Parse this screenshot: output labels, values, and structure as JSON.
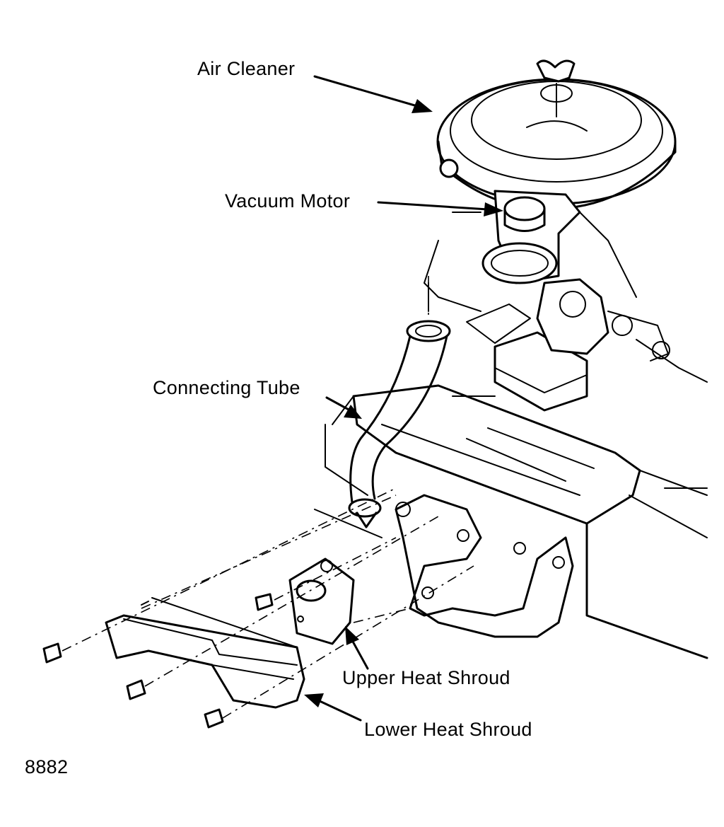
{
  "labels": {
    "air_cleaner": "Air Cleaner",
    "vacuum_motor": "Vacuum Motor",
    "connecting_tube": "Connecting Tube",
    "upper_heat_shroud": "Upper Heat Shroud",
    "lower_heat_shroud": "Lower Heat Shroud"
  },
  "figure_number": "8882"
}
